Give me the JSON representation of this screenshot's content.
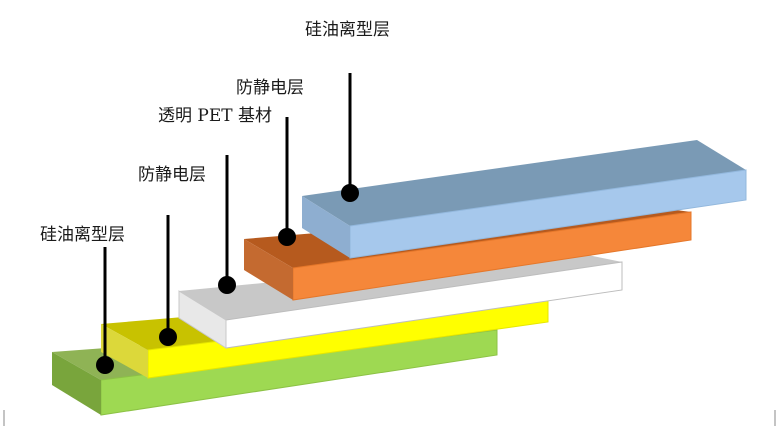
{
  "diagram": {
    "labels": {
      "silicone_release_top": "硅油离型层",
      "antistatic_upper": "防静电层",
      "pet_substrate": "透明 PET 基材",
      "antistatic_lower": "防静电层",
      "silicone_release_bottom": "硅油离型层"
    },
    "layer_colors": {
      "silicone_release_top": "#A6C8EC",
      "antistatic_upper": "#F5873A",
      "pet_substrate": "#FFFFFF",
      "antistatic_lower": "#FFFF00",
      "silicone_release_bottom": "#9ED952"
    }
  }
}
